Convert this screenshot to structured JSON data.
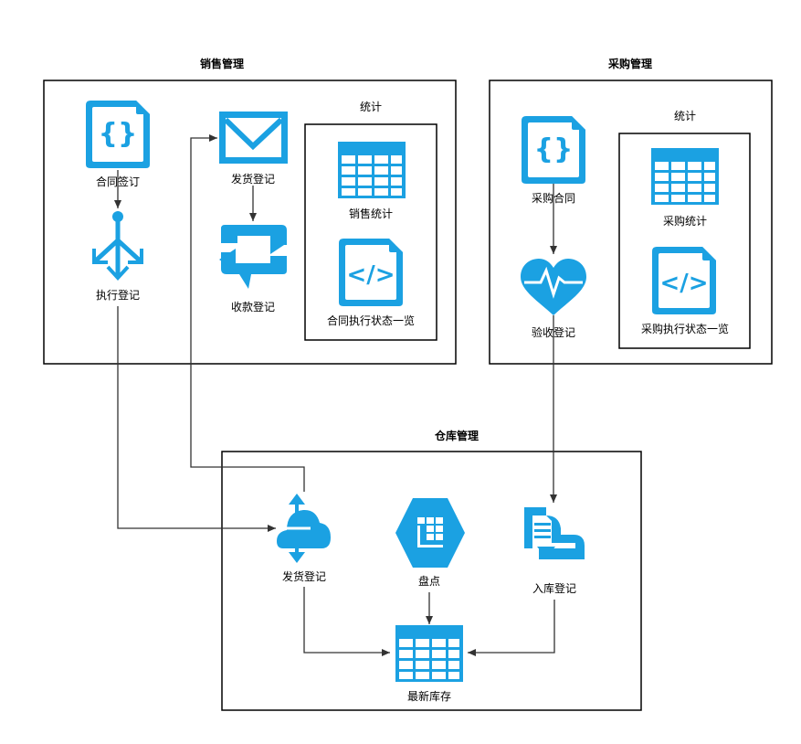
{
  "sections": {
    "sales": {
      "title": "销售管理",
      "contract_sign": "合同签订",
      "execute_reg": "执行登记",
      "ship_reg": "发货登记",
      "payment_reg": "收款登记",
      "stats": {
        "title": "统计",
        "sales_stats": "销售统计",
        "contract_status": "合同执行状态一览"
      }
    },
    "purchase": {
      "title": "采购管理",
      "purchase_contract": "采购合同",
      "acceptance_reg": "验收登记",
      "stats": {
        "title": "统计",
        "purchase_stats": "采购统计",
        "exec_status": "采购执行状态一览"
      }
    },
    "warehouse": {
      "title": "仓库管理",
      "ship_reg": "发货登记",
      "inventory_check": "盘点",
      "inbound_reg": "入库登记",
      "latest_stock": "最新库存"
    }
  },
  "colors": {
    "accent": "#1ba1e2",
    "line": "#333333",
    "border": "#000000"
  }
}
